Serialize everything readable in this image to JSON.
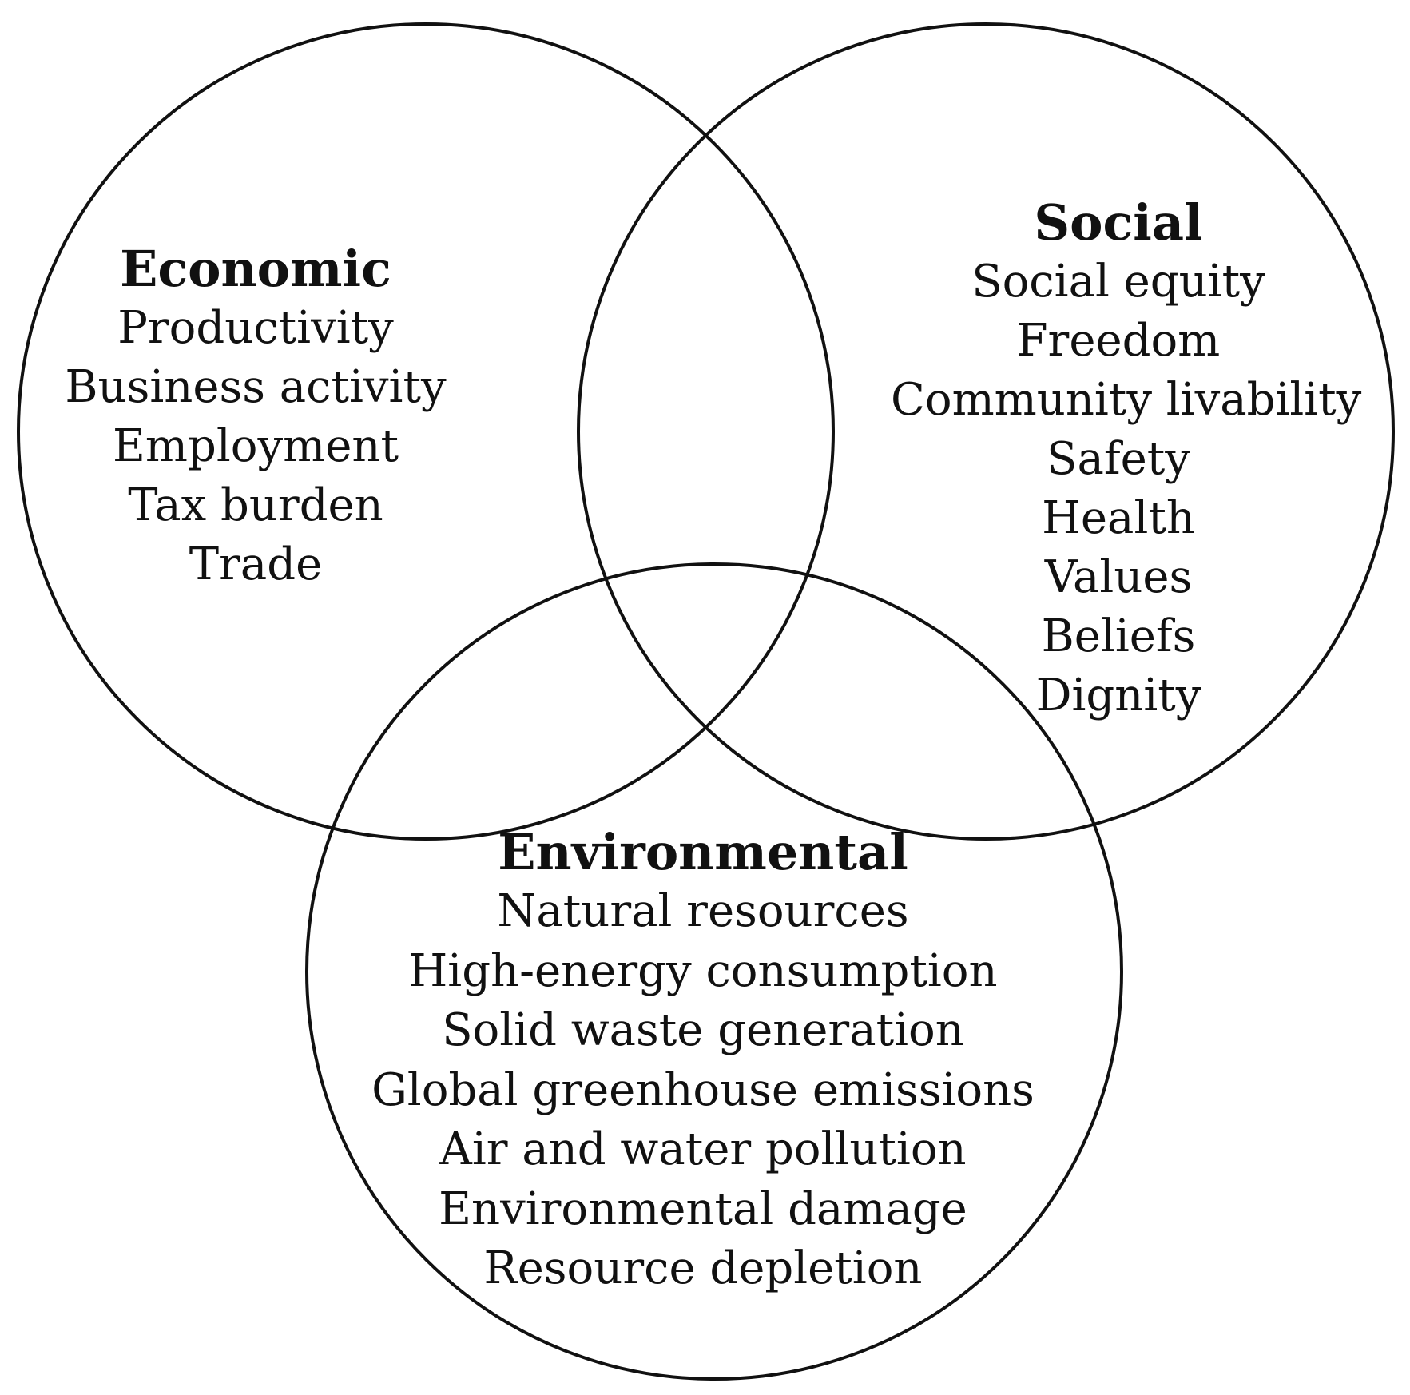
{
  "diagram": {
    "type": "venn",
    "line_color": "#111111",
    "background": "#ffffff",
    "sets": [
      {
        "id": "economic",
        "title": "Economic",
        "items": [
          "Productivity",
          "Business activity",
          "Employment",
          "Tax burden",
          "Trade"
        ]
      },
      {
        "id": "social",
        "title": "Social",
        "items": [
          "Social equity",
          "Freedom",
          "Community livability",
          "Safety",
          "Health",
          "Values",
          "Beliefs",
          "Dignity"
        ]
      },
      {
        "id": "environmental",
        "title": "Environmental",
        "items": [
          "Natural resources",
          "High-energy consumption",
          "Solid waste generation",
          "Global greenhouse emissions",
          "Air and water pollution",
          "Environmental damage",
          "Resource depletion"
        ]
      }
    ]
  }
}
